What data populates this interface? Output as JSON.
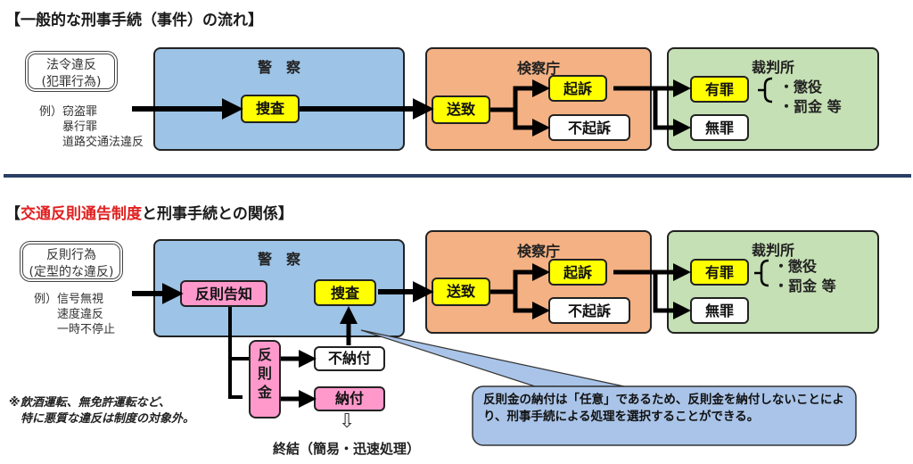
{
  "section1": {
    "heading": "【一般的な刑事手続（事件）の流れ】",
    "actor": {
      "line1": "法令違反",
      "line2": "(犯罪行為)"
    },
    "examples": "例）窃盗罪\n　　暴行罪\n　　道路交通法違反",
    "police": {
      "title": "警　察",
      "investigation": "捜査"
    },
    "prosecutor": {
      "title": "検察庁",
      "referral": "送致",
      "indictment": "起訴",
      "non_indictment": "不起訴"
    },
    "court": {
      "title": "裁判所",
      "guilty": "有罪",
      "not_guilty": "無罪",
      "penalties": "・懲役\n・罰金 等"
    }
  },
  "section2": {
    "heading_red": "交通反則通告制度",
    "heading_rest": "と刑事手続との関係】",
    "heading_open": "【",
    "actor": {
      "line1": "反則行為",
      "line2": "(定型的な違反)"
    },
    "examples": "例）信号無視\n　　速度違反\n　　一時不停止",
    "police": {
      "title": "警　察",
      "notice": "反則告知",
      "investigation": "捜査"
    },
    "fine": {
      "label": "反\n則\n金"
    },
    "non_payment": "不納付",
    "payment": "納付",
    "conclusion_arrow": "⇩",
    "conclusion": "終結（簡易・迅速処理）",
    "prosecutor": {
      "title": "検察庁",
      "referral": "送致",
      "indictment": "起訴",
      "non_indictment": "不起訴"
    },
    "court": {
      "title": "裁判所",
      "guilty": "有罪",
      "not_guilty": "無罪",
      "penalties": "・懲役\n・罰金 等"
    },
    "note": "※飲酒運転、無免許運転など、\n　特に悪質な違反は制度の対象外。",
    "callout": "反則金の納付は「任意」であるため、反則金を納付しないことにより、刑事手続による処理を選択することができる。"
  },
  "colors": {
    "police": "#9dc3e6",
    "prosecutor": "#f4b183",
    "court": "#c5e0b4",
    "highlight": "#ffff00",
    "fine": "#ff99cc",
    "accent_red": "#e02020",
    "divider": "#2b3f66"
  }
}
